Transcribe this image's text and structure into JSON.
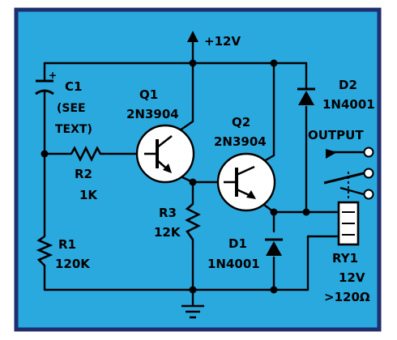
{
  "colors": {
    "panel": "#2aa9df",
    "border": "#1f2e6e",
    "wire": "#000000",
    "label": "#000000",
    "component_fill": "#ffffff"
  },
  "supply": {
    "label": "+12V"
  },
  "capacitor": {
    "plus": "+",
    "name": "C1",
    "note_line1": "(SEE",
    "note_line2": "TEXT)"
  },
  "q1": {
    "name": "Q1",
    "part": "2N3904"
  },
  "q2": {
    "name": "Q2",
    "part": "2N3904"
  },
  "r1": {
    "name": "R1",
    "value": "120K"
  },
  "r2": {
    "name": "R2",
    "value": "1K"
  },
  "r3": {
    "name": "R3",
    "value": "12K"
  },
  "d1": {
    "name": "D1",
    "part": "1N4001"
  },
  "d2": {
    "name": "D2",
    "part": "1N4001"
  },
  "output": {
    "label": "OUTPUT"
  },
  "relay": {
    "name": "RY1",
    "voltage": "12V",
    "resistance": ">120Ω"
  },
  "icons": {
    "ground": "ground-symbol",
    "supply_arrow": "arrow-up-icon",
    "contact": "relay-contact-icon"
  }
}
